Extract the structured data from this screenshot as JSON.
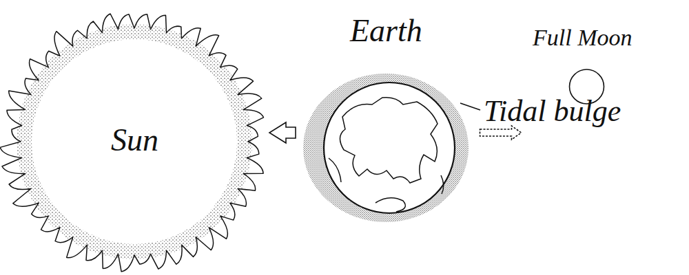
{
  "diagram": {
    "nodes": [
      {
        "text": [
          "Sun"
        ]
      },
      {
        "text": [
          "Earth"
        ]
      },
      {
        "text": [
          "Full Moon"
        ]
      }
    ],
    "edges": [
      {
        "from": 1,
        "to": 0,
        "arrow": "to"
      },
      {
        "from": 1,
        "to": 2,
        "arrow": "to"
      }
    ],
    "labels": [
      "Tidal bulge"
    ]
  }
}
